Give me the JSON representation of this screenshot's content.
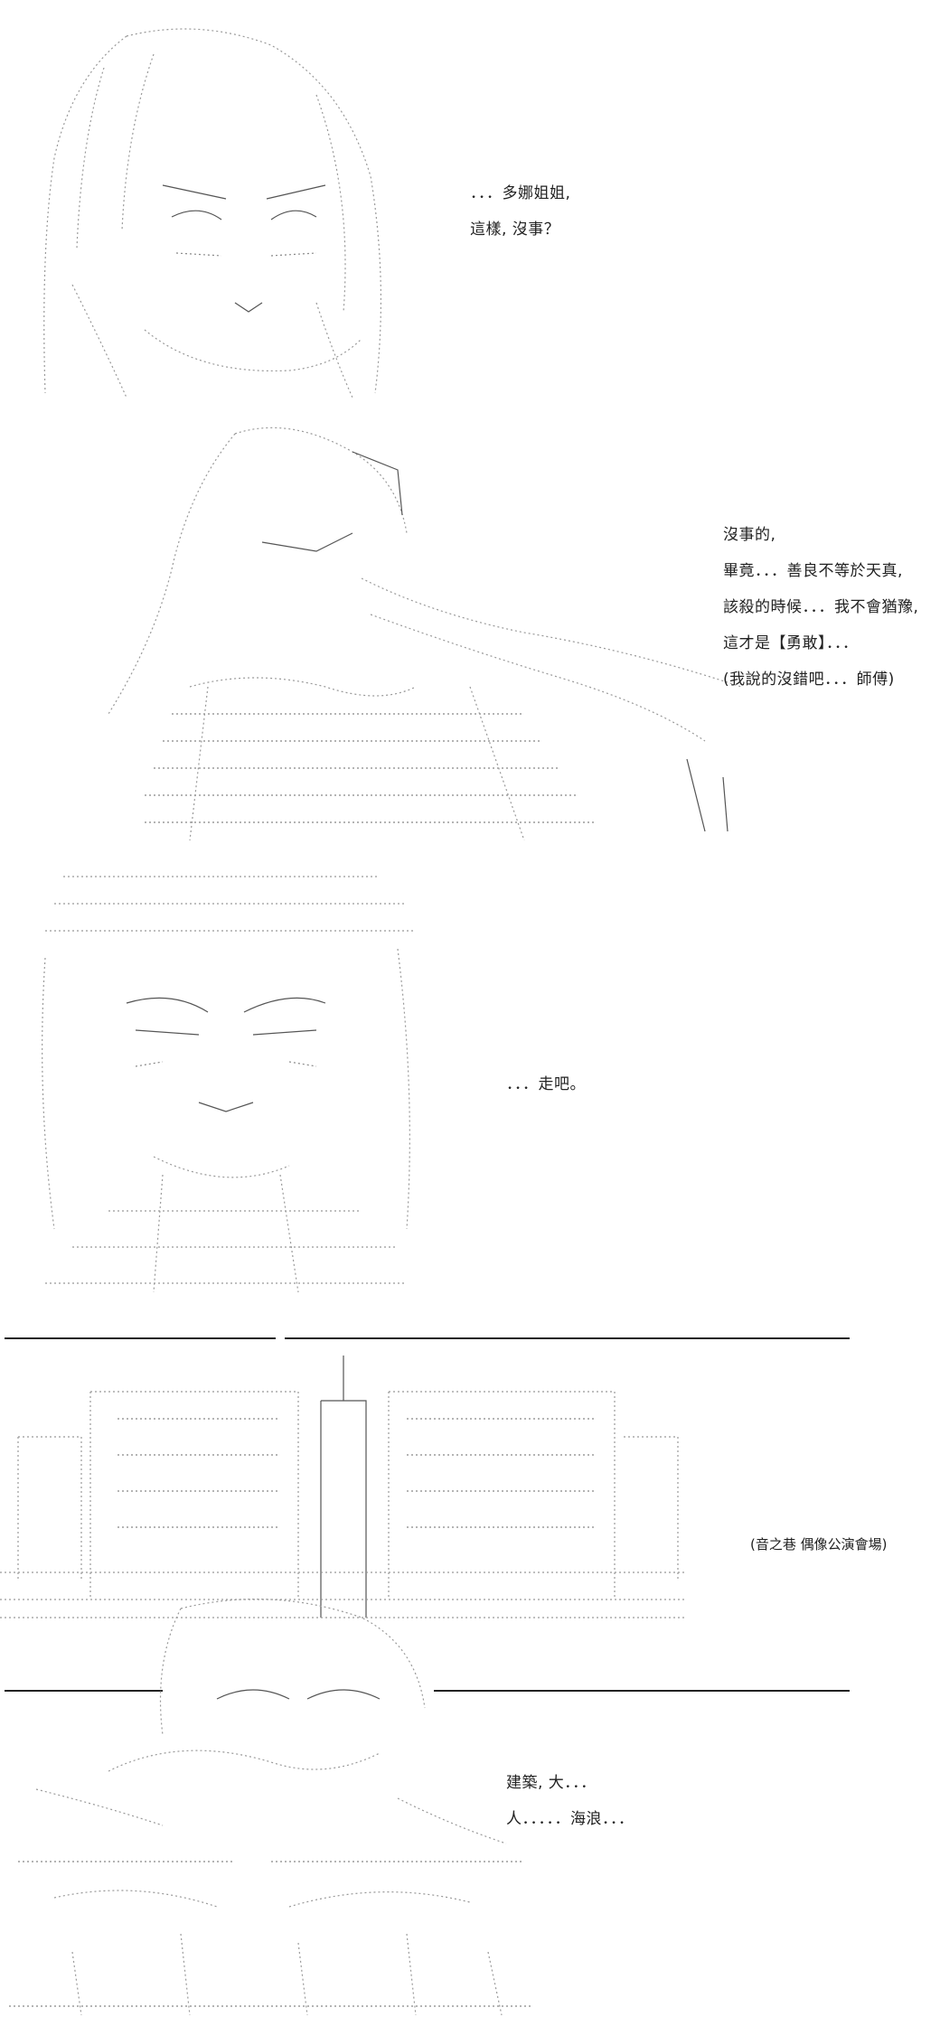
{
  "panel1": {
    "lines": [
      "．．．多娜姐姐,",
      "這樣, 沒事？"
    ]
  },
  "panel2": {
    "lines": [
      "沒事的,",
      "畢竟．．．善良不等於天真,",
      "該殺的時候．．．我不會猶豫,",
      "這才是【勇敢】．．．",
      "(我說的沒錯吧．．．師傅)"
    ]
  },
  "panel3": {
    "lines": [
      "．．．走吧。"
    ]
  },
  "panel4": {
    "caption": "(音之巷  偶像公演會場)",
    "lines": [
      "建築, 大．．．",
      "人．．．．．海浪．．．"
    ]
  }
}
